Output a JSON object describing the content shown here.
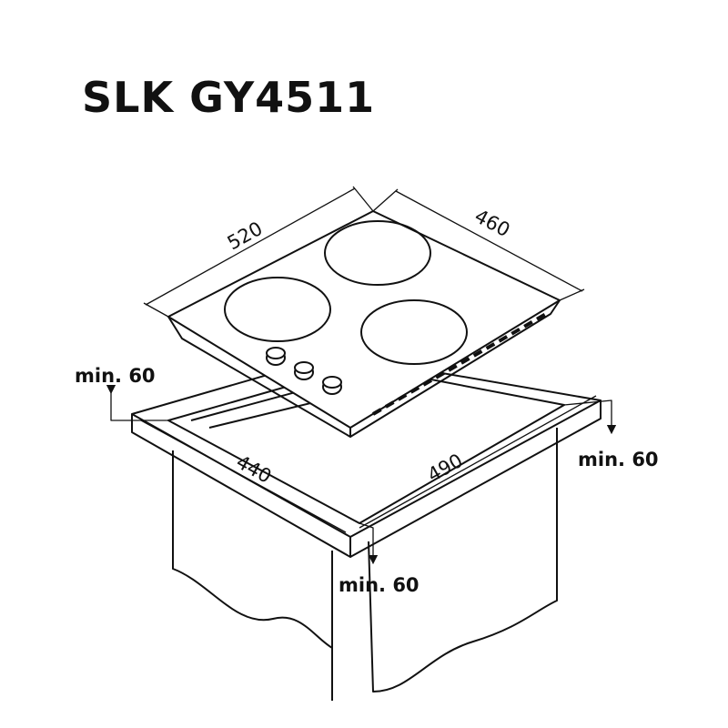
{
  "title": "SLK GY4511",
  "dimensions": {
    "hob_width": "520",
    "hob_depth": "460",
    "cutout_depth": "440",
    "cutout_width": "490"
  },
  "clearances": {
    "left": "min. 60",
    "right": "min. 60",
    "front": "min. 60"
  }
}
